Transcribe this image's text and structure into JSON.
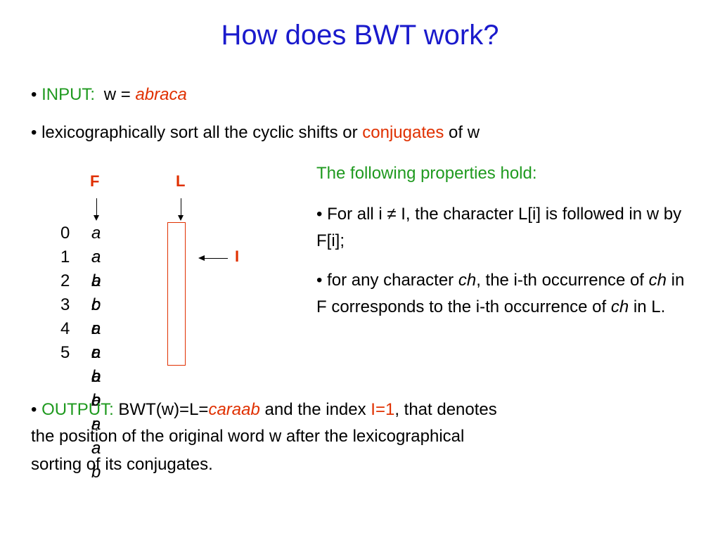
{
  "title": "How does BWT work?",
  "input": {
    "bullet": "•",
    "label": "INPUT:",
    "eq": "w =",
    "word": "abraca"
  },
  "sort_line": {
    "bullet": "•",
    "before": "lexicographically sort all the cyclic shifts or",
    "highlight": "conjugates",
    "after": "of w"
  },
  "matrix": {
    "f_label": "F",
    "l_label": "L",
    "i_label": "I",
    "rows": [
      {
        "index": "0",
        "shift": "a a b r a c"
      },
      {
        "index": "1",
        "shift": "a b r a c a"
      },
      {
        "index": "2",
        "shift": "a c a a b r"
      },
      {
        "index": "3",
        "shift": "b r a c a a"
      },
      {
        "index": "4",
        "shift": "c a a b r a"
      },
      {
        "index": "5",
        "shift": "r a c a a b"
      }
    ]
  },
  "properties": {
    "heading": "The following properties hold:",
    "p1_a": "• For all i",
    "p1_neq": "≠",
    "p1_b": "I, the character L[i] is followed in w by F[i];",
    "p2_a": "• for any character",
    "p2_ch1": "ch",
    "p2_b": ", the i-th occurrence of",
    "p2_ch2": "ch",
    "p2_c": "in F corresponds to the i-th occurrence of",
    "p2_ch3": "ch",
    "p2_d": "in L."
  },
  "output": {
    "bullet": "•",
    "label": "OUTPUT:",
    "text1": "BWT(w)=L=",
    "word": "caraab",
    "text2": "and the index",
    "index": "I=1",
    "text3": ", that denotes",
    "line2": "the position of the original word w after the lexicographical",
    "line3": "sorting of its conjugates."
  },
  "colors": {
    "title": "#1a1acc",
    "green": "#1f9a1f",
    "red": "#e03000"
  }
}
